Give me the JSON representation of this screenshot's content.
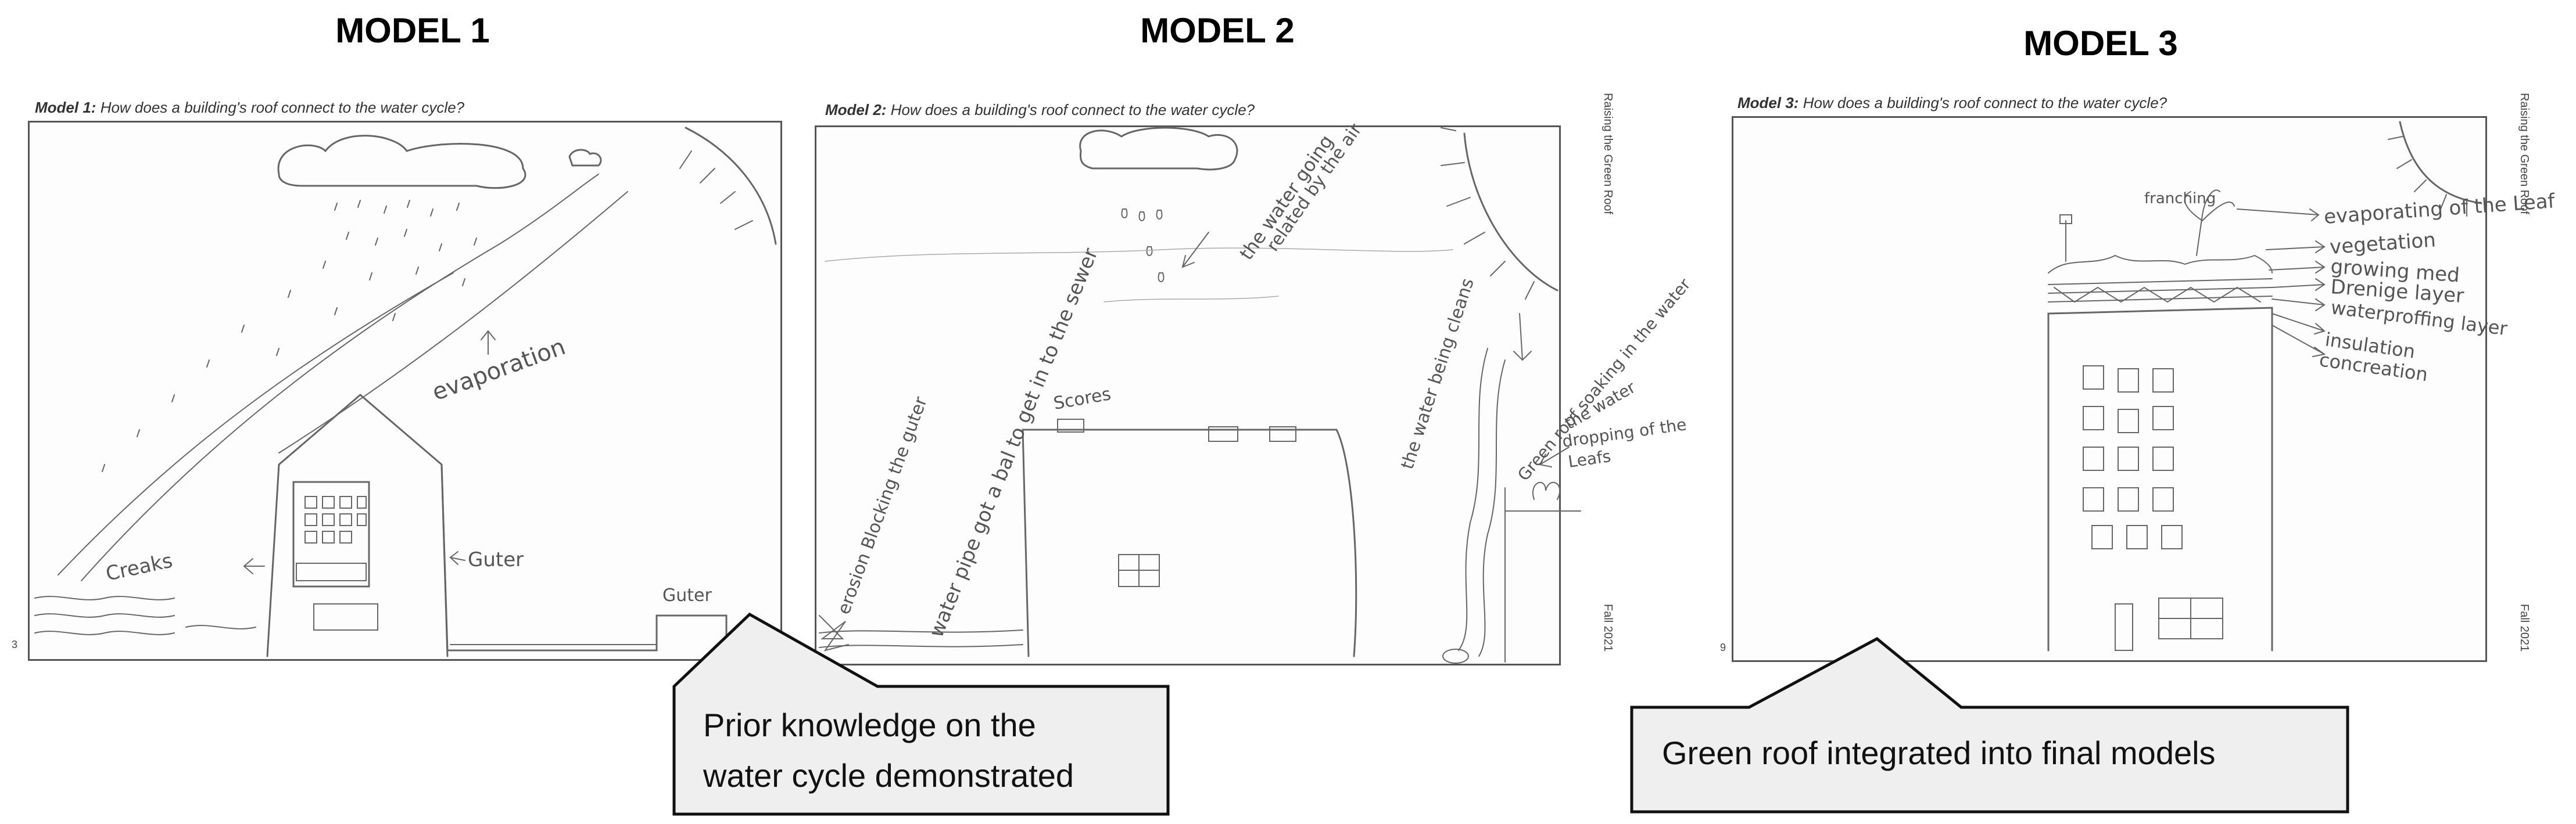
{
  "headings": {
    "model1": "MODEL 1",
    "model2": "MODEL 2",
    "model3": "MODEL 3"
  },
  "sheets": [
    {
      "label": "Model 1:",
      "question": "How does a building's roof connect to the water cycle?",
      "page": "3",
      "side_top": "",
      "side_bottom": ""
    },
    {
      "label": "Model 2:",
      "question": "How does a building's roof connect to the water cycle?",
      "page": "",
      "side_top": "Raising the Green Roof",
      "side_bottom": "Fall 2021"
    },
    {
      "label": "Model 3:",
      "question": "How does a building's roof connect to the water cycle?",
      "page": "9",
      "side_top": "Raising the Green Roof",
      "side_bottom": "Fall 2021"
    }
  ],
  "handwriting": {
    "m1_evaporation": "evaporation",
    "m1_creaks": "Creaks",
    "m1_guter_left": "Guter",
    "m1_guter_right": "Guter",
    "m2_scores": "Scores",
    "m2_water_bal": "water pipe got a bal to get in to the sewer",
    "m2_blocking": "erosion Blocking the guter",
    "m2_watergoing": "the water going",
    "m2_related": "related by the air",
    "m2_cleans": "the water being cleans",
    "m2_green_roof": "Green roof soaking in the water",
    "m2_dropping_1": "the water",
    "m2_dropping_2": "dropping of the",
    "m2_dropping_3": "Leafs",
    "m3_franching": "franching",
    "m3_label1": "evaporating of the Leaf",
    "m3_label2": "vegetation",
    "m3_label3": "growing med",
    "m3_label4": "Drenige layer",
    "m3_label5": "waterproffing layer",
    "m3_label6": "insulation",
    "m3_label7": "concreation"
  },
  "callouts": {
    "left_line1": "Prior knowledge on the",
    "left_line2": "water cycle demonstrated",
    "right": "Green roof integrated into final models"
  }
}
